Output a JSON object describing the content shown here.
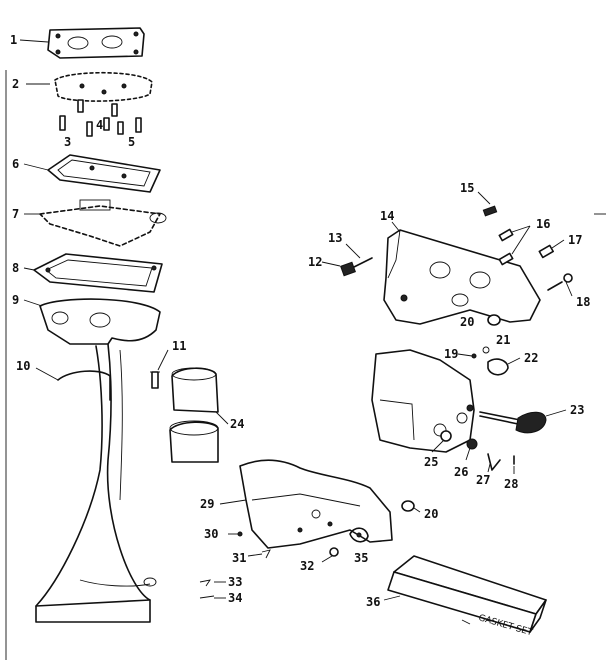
{
  "labels": {
    "p1": "1",
    "p2": "2",
    "p3": "3",
    "p4": "4",
    "p5": "5",
    "p6": "6",
    "p7": "7",
    "p8": "8",
    "p9": "9",
    "p10": "10",
    "p11": "11",
    "p12": "12",
    "p13": "13",
    "p14": "14",
    "p15": "15",
    "p16": "16",
    "p17": "17",
    "p18": "18",
    "p19": "19",
    "p20a": "20",
    "p20b": "20",
    "p21": "21",
    "p22": "22",
    "p23": "23",
    "p24": "24",
    "p25": "25",
    "p26": "26",
    "p27": "27",
    "p28": "28",
    "p29": "29",
    "p30": "30",
    "p31": "31",
    "p32": "32",
    "p33": "33",
    "p34": "34",
    "p35": "35",
    "p36": "36"
  },
  "gasket_box_text": "GASKET SET"
}
